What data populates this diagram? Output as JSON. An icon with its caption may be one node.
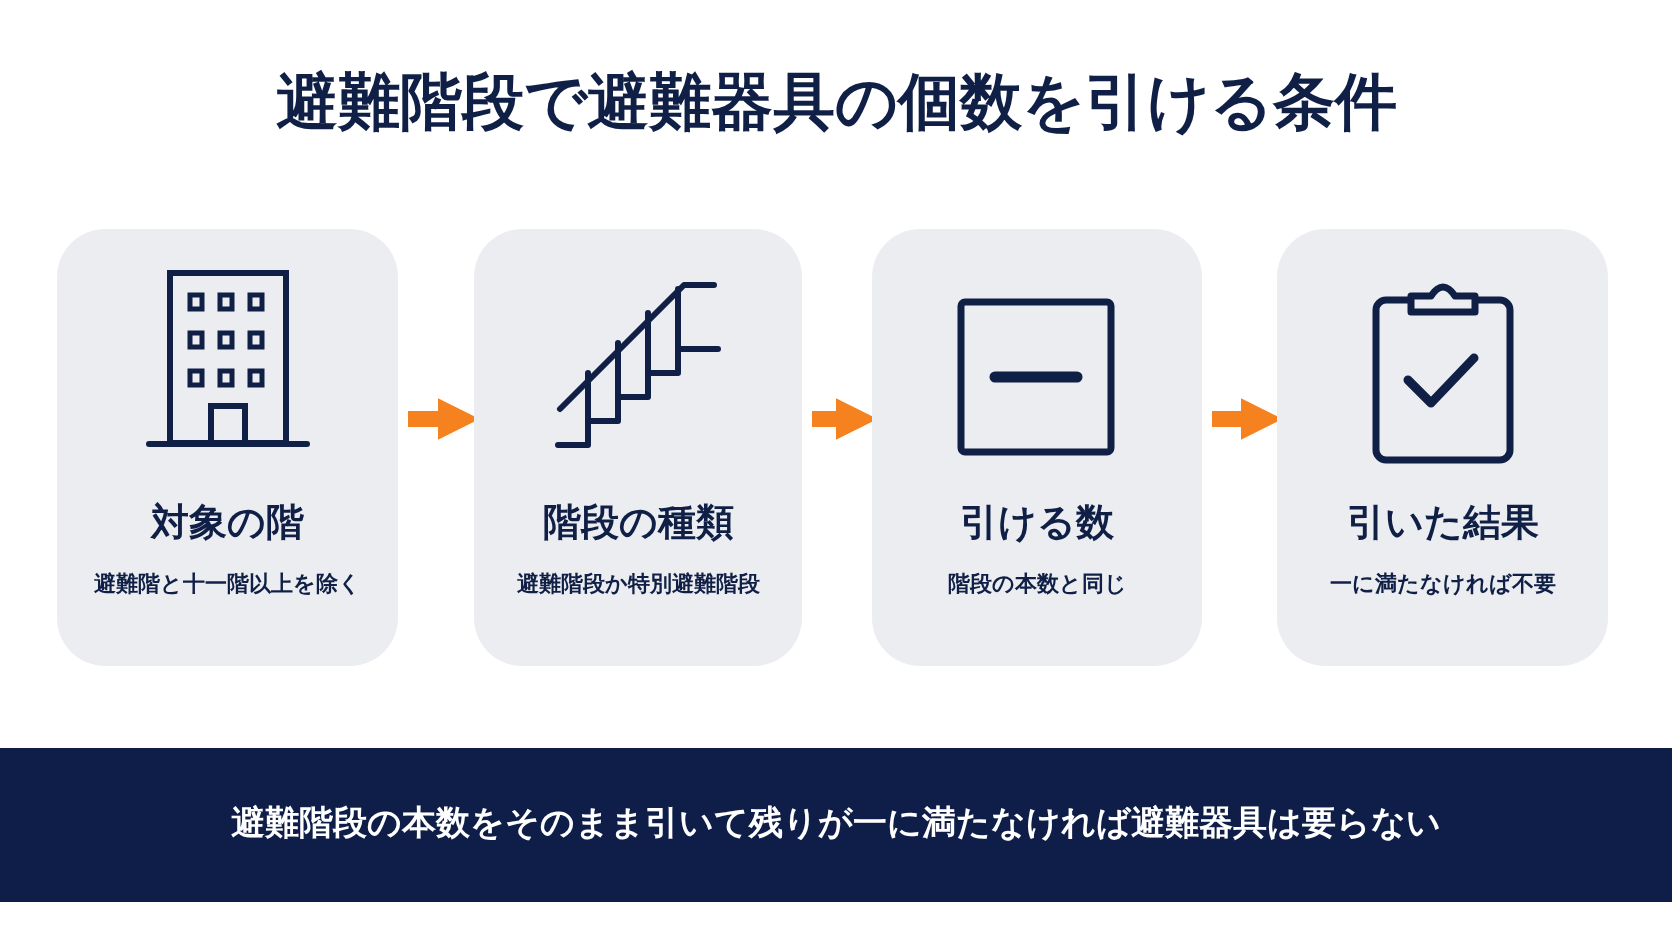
{
  "diagram": {
    "title": "避難階段で避難器具の個数を**引ける条件**",
    "nodes": [
      {
        "text": [
          "対象の階",
          "避難階と十一階以上を除く"
        ]
      },
      {
        "text": [
          "階段の種類",
          "避難階段か特別避難階段"
        ]
      },
      {
        "text": [
          "引ける数",
          "階段の本数と同じ"
        ]
      },
      {
        "text": [
          "引いた結果",
          "一に満たなければ不要"
        ]
      },
      {
        "text": [
          "避難階段の本数をそのまま引いて残りが一に満たなければ避難器具は要らない"
        ]
      }
    ],
    "edges": [
      {
        "from": 0,
        "to": 1,
        "arrow": "to",
        "color": "#f5821f"
      },
      {
        "from": 1,
        "to": 2,
        "arrow": "to",
        "color": "#f5821f"
      },
      {
        "from": 2,
        "to": 3,
        "arrow": "to",
        "color": "#f5821f"
      }
    ]
  }
}
